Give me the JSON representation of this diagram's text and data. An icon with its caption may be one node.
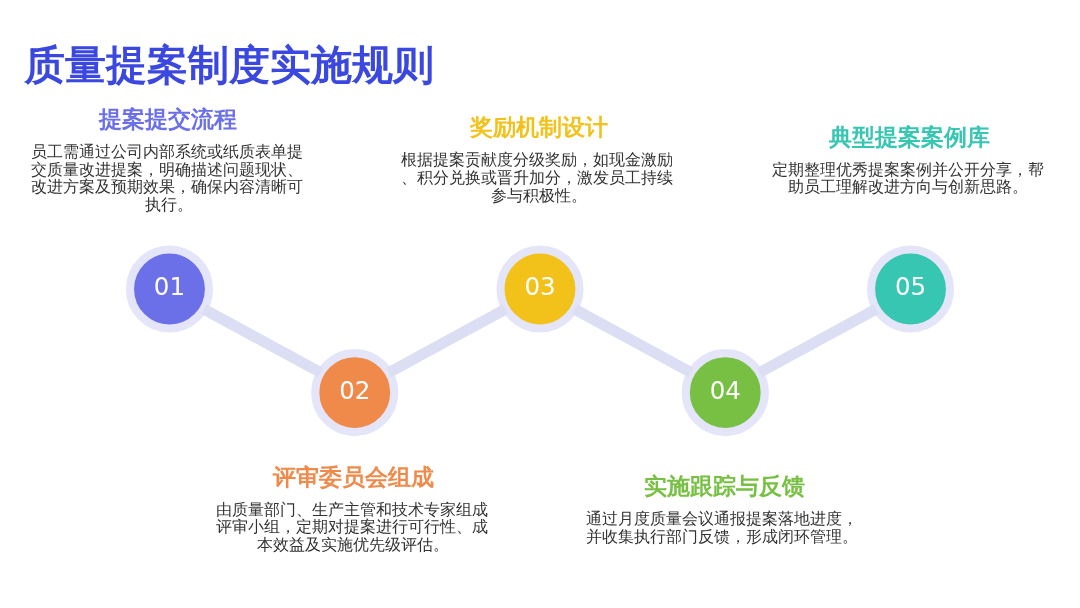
{
  "diagram": {
    "title": "质量提案制度实施规则",
    "nodes": [
      {
        "text": [
          "01"
        ],
        "beside": [
          "提案提交流程",
          "员工需通过公司内部系统或纸质表单提交质量改进提案，明确描述问题现状、改进方案及预期效果，确保内容清晰可执行。"
        ]
      },
      {
        "text": [
          "02"
        ],
        "beside": [
          "评审委员会组成",
          "由质量部门、生产主管和技术专家组成评审小组，定期对提案进行可行性、成本效益及实施优先级评估。"
        ]
      },
      {
        "text": [
          "03"
        ],
        "beside": [
          "奖励机制设计",
          "根据提案贡献度分级奖励，如现金激励、积分兑换或晋升加分，激发员工持续参与积极性。"
        ]
      },
      {
        "text": [
          "04"
        ],
        "beside": [
          "实施跟踪与反馈",
          "通过月度质量会议通报提案落地进度，并收集执行部门反馈，形成闭环管理。"
        ]
      },
      {
        "text": [
          "05"
        ],
        "beside": [
          "典型提案案例库",
          "定期整理优秀提案案例并公开分享，帮助员工理解改进方向与创新思路。"
        ]
      }
    ],
    "edges": [
      {
        "from": 0,
        "to": 1,
        "arrow": "none"
      },
      {
        "from": 1,
        "to": 2,
        "arrow": "none"
      },
      {
        "from": 2,
        "to": 3,
        "arrow": "none"
      },
      {
        "from": 3,
        "to": 4,
        "arrow": "none"
      }
    ]
  }
}
